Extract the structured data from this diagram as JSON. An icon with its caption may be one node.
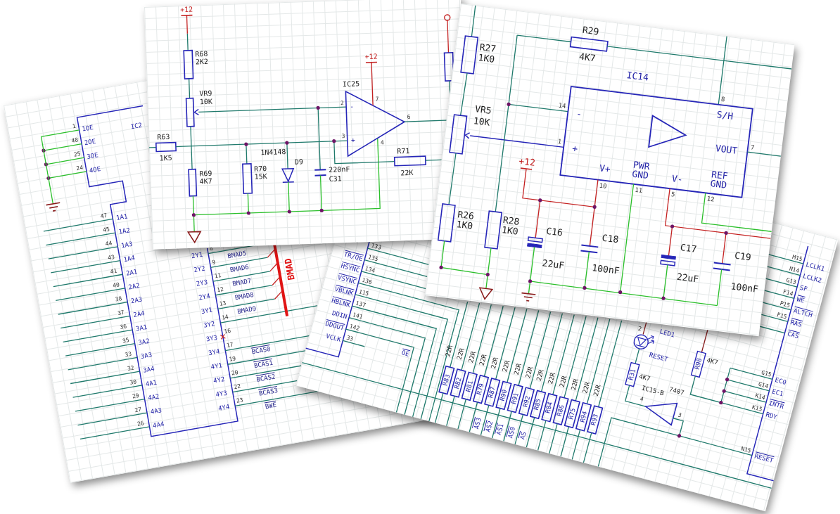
{
  "diagram": {
    "labels": [
      "+12",
      "R68",
      "2K2",
      "VR9",
      "10K",
      "R63",
      "1K5",
      "R69",
      "4K7",
      "R70",
      "15K",
      "1N4148",
      "D9",
      "220nF",
      "C31",
      "IC25",
      "+12",
      "2",
      "-",
      "7",
      "6",
      "3",
      "+",
      "4",
      "R71",
      "22K",
      "R27",
      "1K0",
      "R29",
      "4K7",
      "IC14",
      "VR5",
      "10K",
      "14",
      "-",
      "S/H",
      "8",
      "1",
      "+",
      "VOUT",
      "7",
      "V+",
      "PWR GND",
      "V-",
      "REF GND",
      "+12",
      "10",
      "11",
      "5",
      "12",
      "R26",
      "1K0",
      "R28",
      "1K0",
      "C16",
      "22uF",
      "C18",
      "100nF",
      "C17",
      "22uF",
      "C19",
      "100nF",
      "1",
      "1OE",
      "IC2",
      "48",
      "2OE",
      "25",
      "3OE",
      "24",
      "4OE",
      "47",
      "1A1",
      "45",
      "1A2",
      "44",
      "1A3",
      "43",
      "1A4",
      "41",
      "2A1",
      "2Y1",
      "8",
      "BMAD5",
      "40",
      "2A2",
      "2Y2",
      "9",
      "BMAD6",
      "38",
      "2A3",
      "2Y3",
      "11",
      "BMAD7",
      "37",
      "2A4",
      "2Y4",
      "12",
      "BMAD8",
      "36",
      "3A1",
      "3Y1",
      "13",
      "BMAD9",
      "35",
      "3A2",
      "3Y2",
      "14",
      "33",
      "3A3",
      "3Y3",
      "16",
      "32",
      "3A4",
      "3Y4",
      "17",
      "BCAS0",
      "30",
      "4A1",
      "4Y1",
      "19",
      "BCAS1",
      "29",
      "4A2",
      "4Y2",
      "20",
      "BCAS2",
      "27",
      "4A3",
      "4Y3",
      "22",
      "BCAS3",
      "26",
      "4A4",
      "4Y4",
      "23",
      "BWE",
      "BMAD",
      "133",
      "TR/QE",
      "135",
      "HSYNC",
      "134",
      "VSYNC",
      "136",
      "VBLNK",
      "115",
      "HBLNK",
      "137",
      "DDIN",
      "141",
      "DDOUT",
      "142",
      "VCLK",
      "33",
      "OE",
      "AS3",
      "AS2",
      "AS1",
      "AS0",
      "AS",
      "22R",
      "R83",
      "22R",
      "R82",
      "22R",
      "R81",
      "22R",
      "R79",
      "22R",
      "R87",
      "22R",
      "R90",
      "22R",
      "R91",
      "22R",
      "R92",
      "22R",
      "R85",
      "22R",
      "R84",
      "22R",
      "R86",
      "22R",
      "R75",
      "22R",
      "R94",
      "22R",
      "R93",
      "LCLK1",
      "M15",
      "LCLK2",
      "N14",
      "SF",
      "G13",
      "WE",
      "F14",
      "ALTCH",
      "P15",
      "RAS",
      "F15",
      "CAS",
      "EC0",
      "G15",
      "EC1",
      "G14",
      "INTR",
      "K14",
      "RDY",
      "K15",
      "RESET",
      "N15",
      "2",
      "LED1",
      "RESET",
      "R31",
      "4K7",
      "R98",
      "4K7",
      "IC15-B",
      "7407",
      "4",
      "3"
    ]
  }
}
